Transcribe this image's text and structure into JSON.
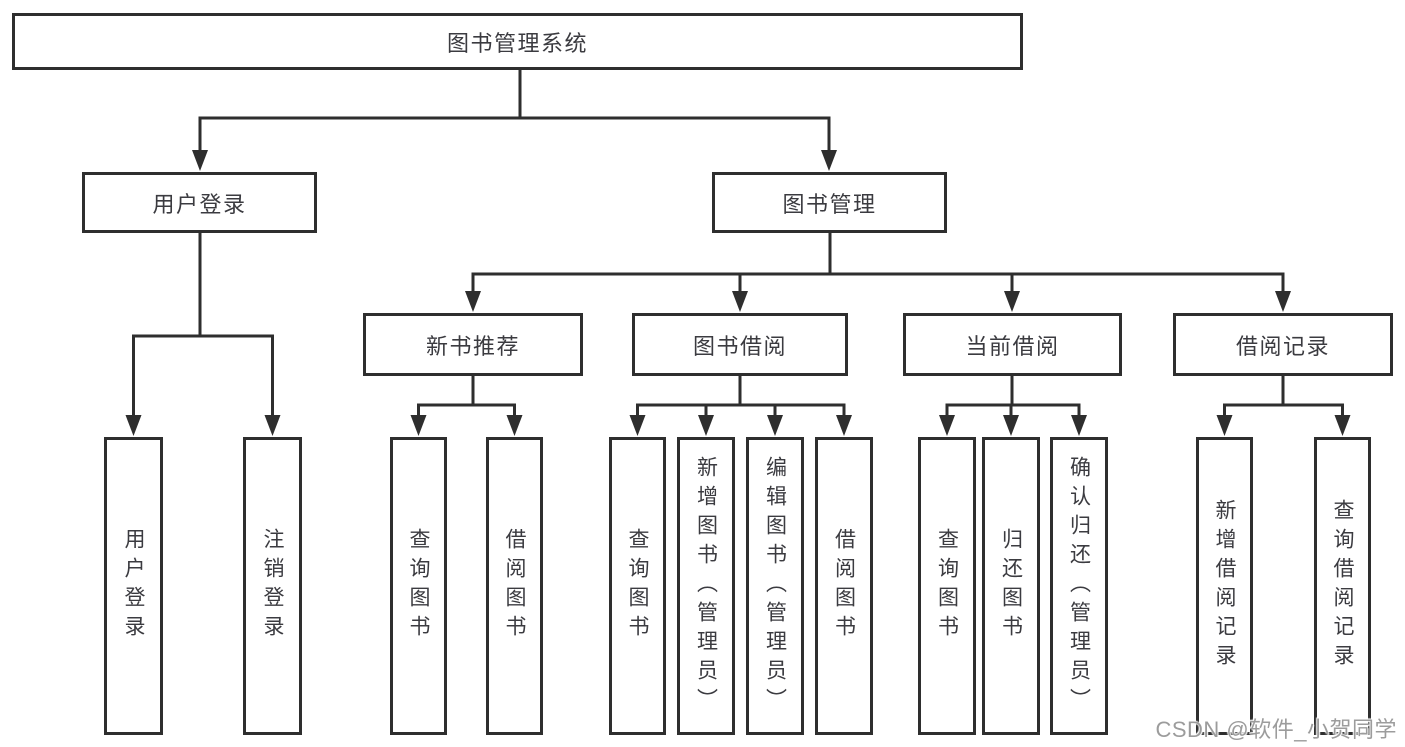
{
  "tree": {
    "root": "图书管理系统",
    "branches": [
      {
        "label": "用户登录",
        "children": [
          "用户登录",
          "注销登录"
        ]
      },
      {
        "label": "图书管理",
        "groups": [
          {
            "label": "新书推荐",
            "children": [
              "查询图书",
              "借阅图书"
            ]
          },
          {
            "label": "图书借阅",
            "children": [
              "查询图书",
              "新增图书（管理员）",
              "编辑图书（管理员）",
              "借阅图书"
            ]
          },
          {
            "label": "当前借阅",
            "children": [
              "查询图书",
              "归还图书",
              "确认归还（管理员）"
            ]
          },
          {
            "label": "借阅记录",
            "children": [
              "新增借阅记录",
              "查询借阅记录"
            ]
          }
        ]
      }
    ]
  },
  "watermark": {
    "text": "CSDN @软件_小贺同学"
  },
  "colors": {
    "line": "#2e2e2e",
    "text": "#3b3b40",
    "watermark": "#9c9c9c",
    "background": "#ffffff"
  }
}
